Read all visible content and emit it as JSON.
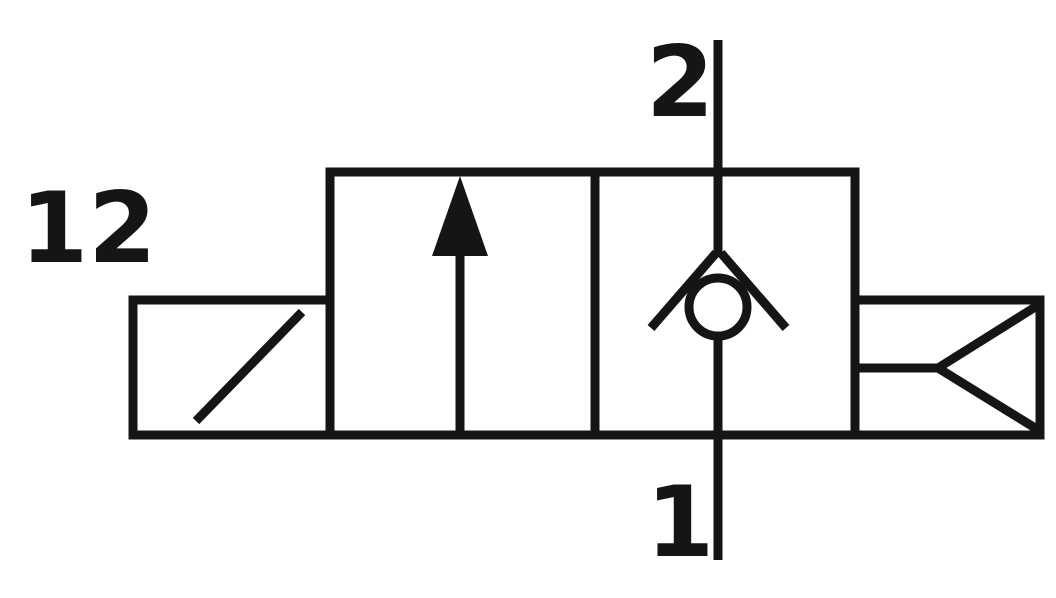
{
  "diagram": {
    "type": "pneumatic-valve-schematic-symbol",
    "description": "2/2-way solenoid-actuated valve symbol with flow arrow position, check-valve position and air pilot return",
    "labels": {
      "pilot_port": "12",
      "outlet_port": "2",
      "inlet_port": "1"
    },
    "colors": {
      "line": "#151515",
      "background": "#ffffff"
    }
  }
}
